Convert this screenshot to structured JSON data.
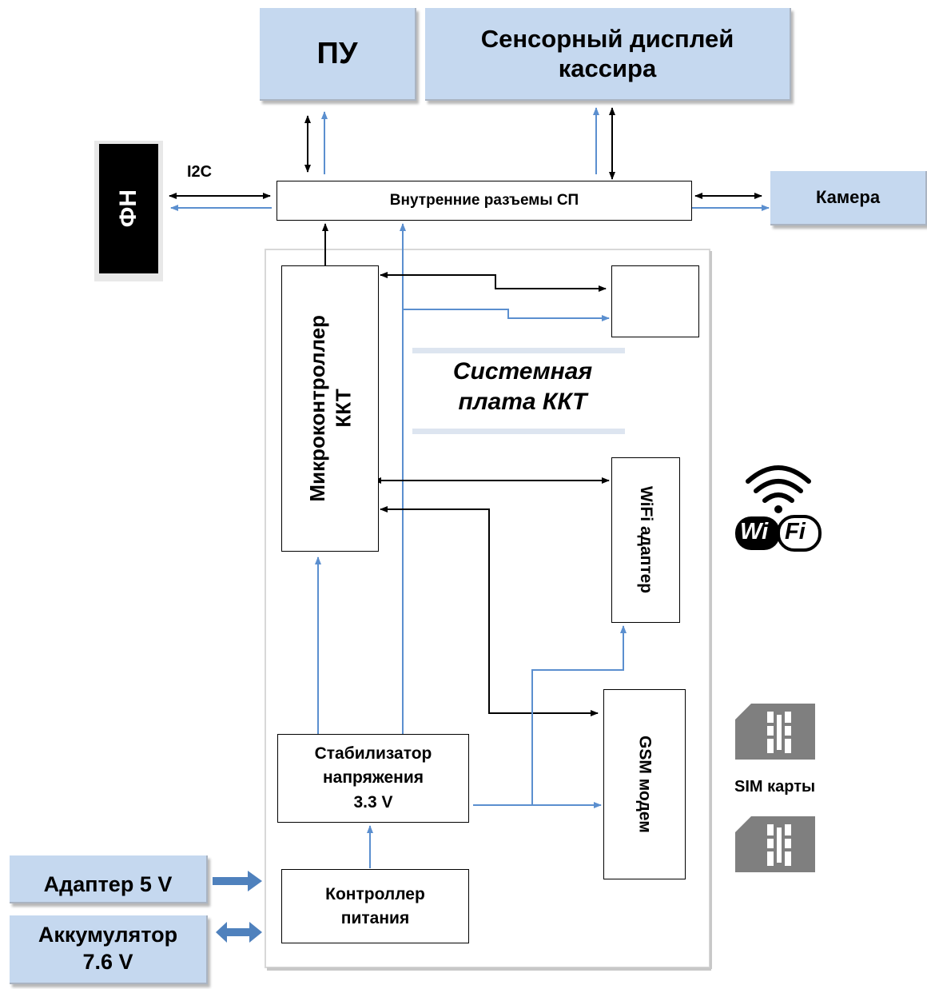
{
  "blocks": {
    "pu": "ПУ",
    "touch_display_line1": "Сенсорный дисплей",
    "touch_display_line2": "кассира",
    "fn": "ФН",
    "i2c": "I2C",
    "internal_connectors": "Внутренние разъемы СП",
    "camera": "Камера",
    "microcontroller_line1": "Микроконтроллер",
    "microcontroller_line2": "ККТ",
    "system_board_line1": "Системная",
    "system_board_line2": "плата ККТ",
    "wifi_adapter": "WiFi адаптер",
    "gsm_modem": "GSM модем",
    "stabilizer_line1": "Стабилизатор",
    "stabilizer_line2": "напряжения",
    "stabilizer_line3": "3.3 V",
    "power_controller_line1": "Контроллер",
    "power_controller_line2": "питания",
    "adapter": "Адаптер 5 V",
    "battery_line1": "Аккумулятор",
    "battery_line2": "7.6 V",
    "sim_cards": "SIM карты",
    "wifi_logo_wi": "Wi",
    "wifi_logo_fi": "Fi"
  },
  "colors": {
    "blue_line": "#5b8fcf",
    "black_line": "#000000",
    "block_fill": "#c5d8ef",
    "sim_gray": "#7f7f7f"
  },
  "icons": [
    "bluetooth-icon",
    "wifi-logo-icon",
    "sim-card-icon"
  ]
}
